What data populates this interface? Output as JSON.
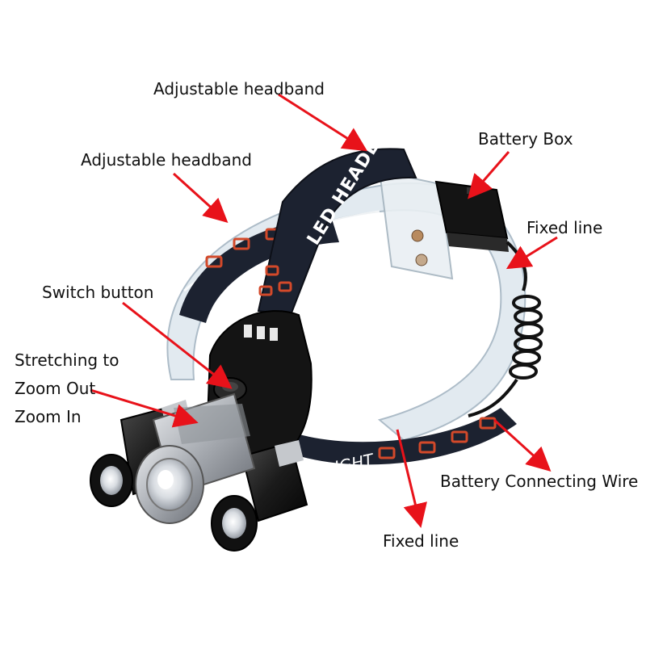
{
  "labels": {
    "headband_top": "Adjustable headband",
    "headband_side": "Adjustable headband",
    "battery_box": "Battery Box",
    "fixed_line_right": "Fixed line",
    "switch_button": "Switch button",
    "zoom_line1": "Stretching to",
    "zoom_line2": "Zoom Out",
    "zoom_line3": "Zoom In",
    "battery_wire": "Battery Connecting Wire",
    "fixed_line_bottom": "Fixed line"
  },
  "band_text": {
    "top": "LED HEADLIGHT",
    "bottom": "LIGHT"
  },
  "colors": {
    "arrow": "#e8121a",
    "band": "#1c2230",
    "band_accent": "#d3492a",
    "clear_band": "#dde7ee",
    "silver": "#b9bdc3",
    "black_body": "#1a1a1a"
  }
}
